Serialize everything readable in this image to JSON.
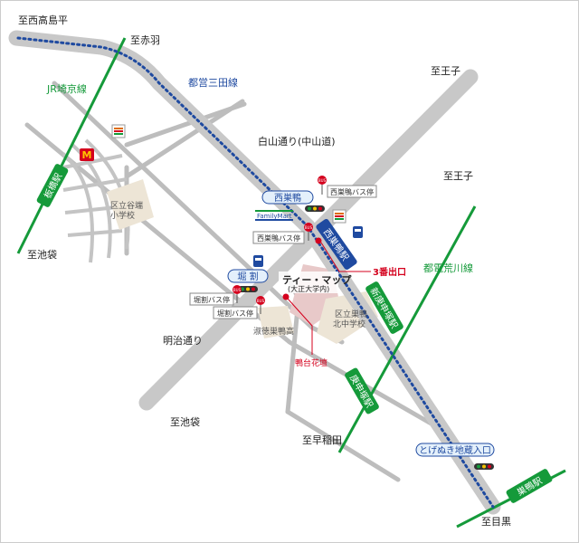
{
  "colors": {
    "road_main": "#c8c8c8",
    "road_minor": "#bdbdbd",
    "jr_line": "#159a3a",
    "toden_line": "#159a3a",
    "mita_line": "#1f4aa0",
    "school": "#ede5d6",
    "campus": "#e8c9c9",
    "marker_red": "#d4001d",
    "bus_stop_text": "#333333"
  },
  "labels": {
    "to_nishisugamo_top": "至西高島平",
    "to_akabane": "至赤羽",
    "to_oji_1": "至王子",
    "to_oji_2": "至王子",
    "to_ikebukuro_left": "至池袋",
    "to_ikebukuro_bottom": "至池袋",
    "to_waseda": "至早稲田",
    "to_meguro": "至目黒",
    "jr_saikyo": "JR埼京線",
    "toei_mita": "都営三田線",
    "hakusan_dori": "白山通り(中山道)",
    "meiji_dori": "明治通り",
    "toden_arakawa": "都電荒川線"
  },
  "stations": {
    "itabashi": "板橋駅",
    "nishisugamo": "西巣鴨駅",
    "shin_koshinzuka": "新庚申塚駅",
    "koshinzuka": "庚申塚駅",
    "sugamo": "巣鴨駅"
  },
  "intersections": {
    "nishisugamo": "西巣鴨",
    "horiwari": "堀 割",
    "togenuki": "とげぬき地蔵入口"
  },
  "bus_stops": {
    "nishisugamo_1": "西巣鴨バス停",
    "nishisugamo_2": "西巣鴨バス停",
    "horiwari_1": "堀割バス停",
    "horiwari_2": "堀割バス停"
  },
  "bus_badge": "BUS",
  "places": {
    "destination": "ティー・マップ",
    "destination_sub": "(大正大学内)",
    "exit3": "3番出口",
    "kamodai": "鴨台花壇",
    "yato_school_1": "区立谷端",
    "yato_school_2": "小学校",
    "nishisugamo_school_1": "区立巣鴨",
    "nishisugamo_school_2": "北中学校",
    "shukutoku": "淑徳巣鴨高",
    "familymart": "FamilyMart"
  }
}
